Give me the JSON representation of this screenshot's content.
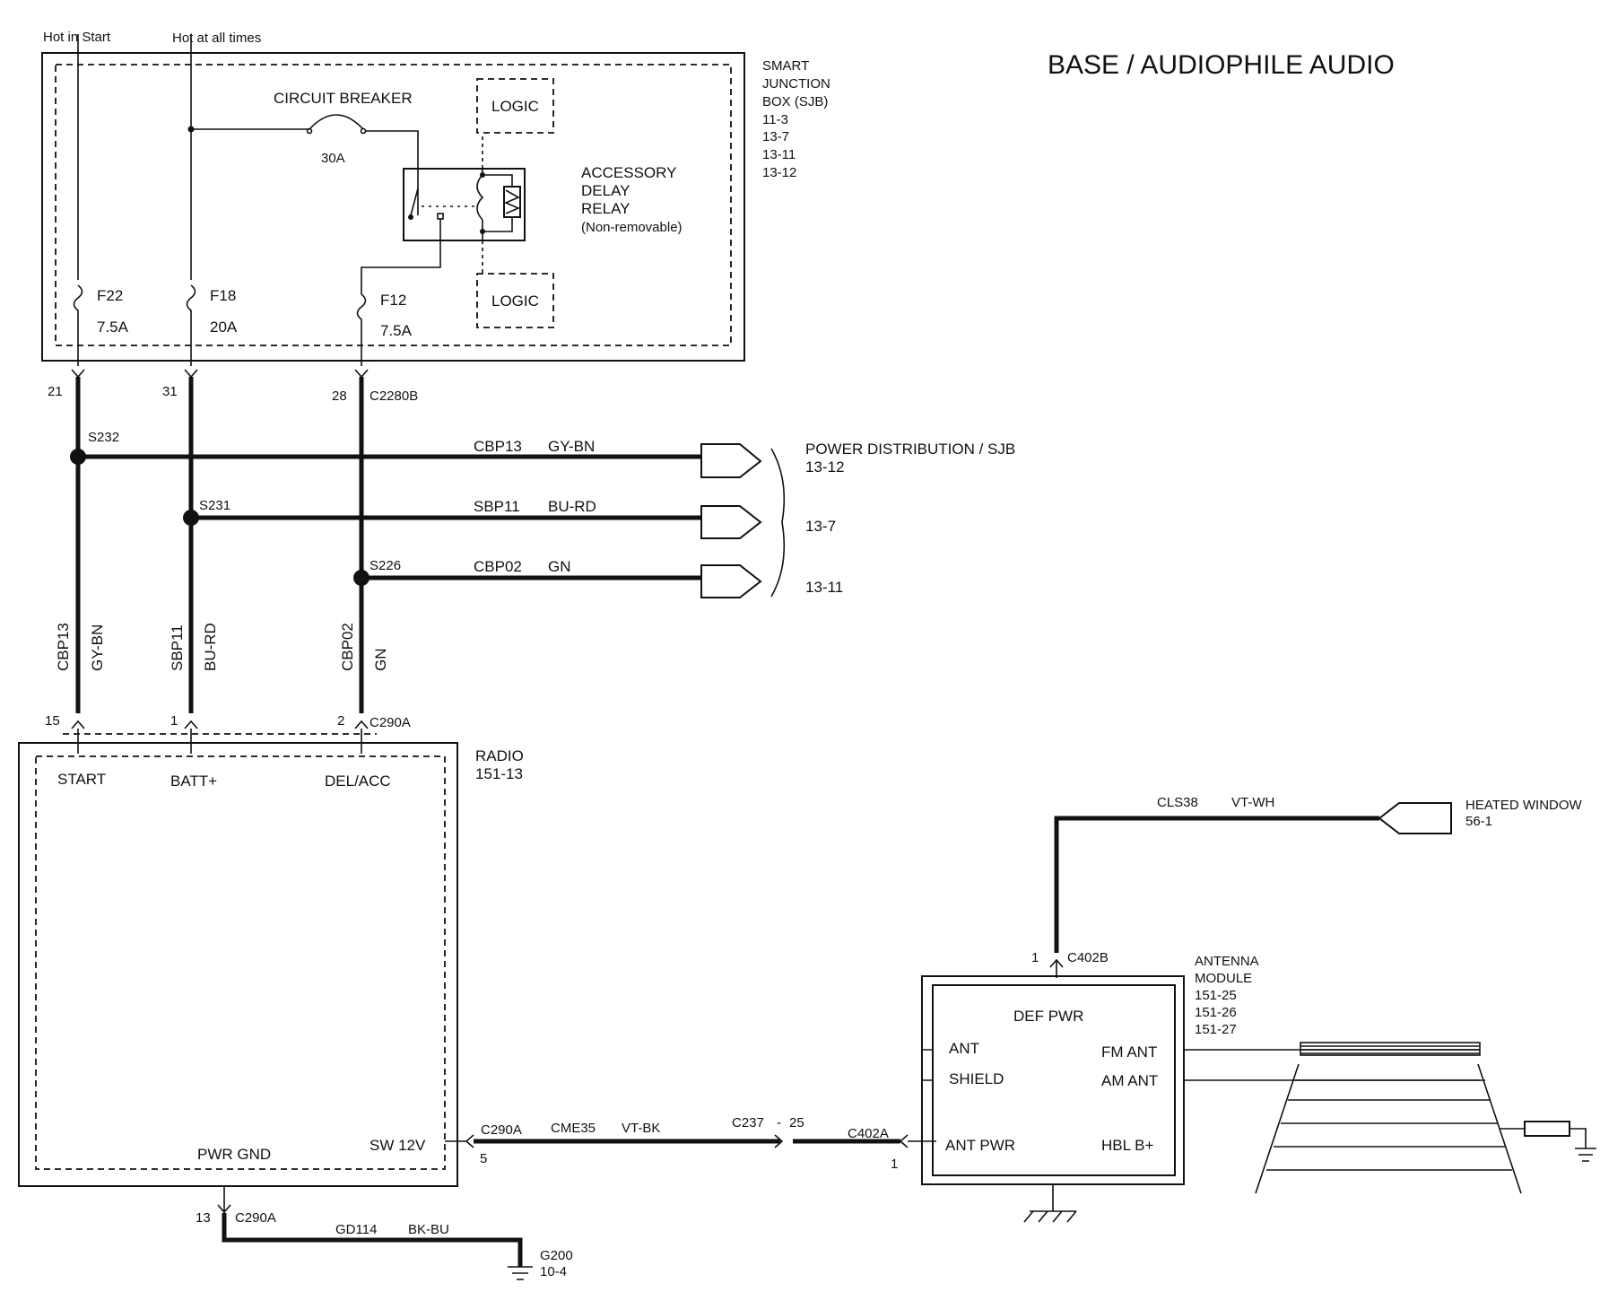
{
  "title": "BASE / AUDIOPHILE AUDIO",
  "feeds": {
    "hot_in_start": "Hot in Start",
    "hot_at_all_times": "Hot at all times"
  },
  "sjb": {
    "name_lines": [
      "SMART",
      "JUNCTION",
      "BOX (SJB)"
    ],
    "refs": [
      "11-3",
      "13-7",
      "13-11",
      "13-12"
    ],
    "circuit_breaker": "CIRCUIT BREAKER",
    "cb_rating": "30A",
    "logic_top": "LOGIC",
    "logic_bottom": "LOGIC",
    "relay_lines": [
      "ACCESSORY",
      "DELAY",
      "RELAY",
      "(Non-removable)"
    ],
    "fuses": [
      {
        "id": "F22",
        "rating": "7.5A"
      },
      {
        "id": "F18",
        "rating": "20A"
      },
      {
        "id": "F12",
        "rating": "7.5A"
      }
    ],
    "pins": [
      "21",
      "31",
      "28"
    ],
    "connector": "C2280B"
  },
  "splices": {
    "s232": "S232",
    "s231": "S231",
    "s226": "S226"
  },
  "branches": [
    {
      "circuit": "CBP13",
      "color": "GY-BN",
      "ref": "13-12"
    },
    {
      "circuit": "SBP11",
      "color": "BU-RD",
      "ref": "13-7"
    },
    {
      "circuit": "CBP02",
      "color": "GN",
      "ref": "13-11"
    }
  ],
  "power_distribution": "POWER DISTRIBUTION / SJB",
  "vertical_wires": [
    {
      "circuit": "CBP13",
      "color": "GY-BN"
    },
    {
      "circuit": "SBP11",
      "color": "BU-RD"
    },
    {
      "circuit": "CBP02",
      "color": "GN"
    }
  ],
  "radio": {
    "name": "RADIO",
    "ref": "151-13",
    "pins_in": [
      "15",
      "1",
      "2"
    ],
    "connector_in": "C290A",
    "inputs": [
      "START",
      "BATT+",
      "DEL/ACC"
    ],
    "pwr_gnd": "PWR GND",
    "sw12v": "SW 12V",
    "out_connector": "C290A",
    "out_pin": "5",
    "gnd_pin": "13",
    "gnd_connector": "C290A"
  },
  "ground_wire": {
    "circuit": "GD114",
    "color": "BK-BU",
    "ground": "G200",
    "ref": "10-4"
  },
  "antenna_wire": {
    "circuit": "CME35",
    "color": "VT-BK",
    "inline": "C237",
    "inline_pin": "25",
    "dash": "-",
    "module_connector": "C402A",
    "module_pin": "1"
  },
  "heated_window": {
    "circuit": "CLS38",
    "color": "VT-WH",
    "name": "HEATED WINDOW",
    "ref": "56-1",
    "pin": "1",
    "connector": "C402B"
  },
  "antenna_module": {
    "name_lines": [
      "ANTENNA",
      "MODULE"
    ],
    "refs": [
      "151-25",
      "151-26",
      "151-27"
    ],
    "def_pwr": "DEF PWR",
    "ant": "ANT",
    "shield": "SHIELD",
    "fm_ant": "FM ANT",
    "am_ant": "AM ANT",
    "ant_pwr": "ANT PWR",
    "hbl": "HBL B+"
  }
}
